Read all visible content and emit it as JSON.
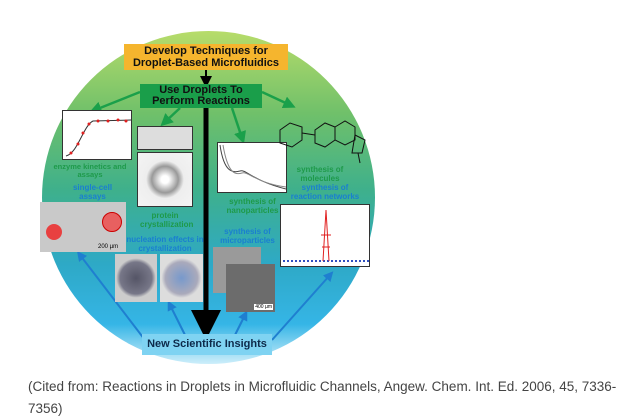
{
  "figure": {
    "top_box": "Develop Techniques for Droplet-Based Microfluidics",
    "middle_box": "Use Droplets To Perform Reactions",
    "bottom_box": "New Scientific Insights",
    "labels": {
      "enzyme": "enzyme kinetics and assays",
      "single_cell": "single-cell assays",
      "protein": "protein crystallization",
      "nucleation": "nucleation effects in crystallization",
      "nanoparticles": "synthesis of nanoparticles",
      "microparticles": "synthesis of microparticles",
      "molecules": "synthesis of molecules",
      "networks": "synthesis of reaction networks"
    },
    "scale_bar_cells": "200 µm",
    "scale_bar_sem": "400 µm",
    "colors": {
      "top_box": "#f5b52e",
      "middle_box": "#1a9e4a",
      "bottom_box": "#7fd3f2"
    }
  },
  "caption": "(Cited from: Reactions in Droplets in Microfluidic Channels, Angew. Chem. Int. Ed. 2006, 45, 7336-7356)"
}
